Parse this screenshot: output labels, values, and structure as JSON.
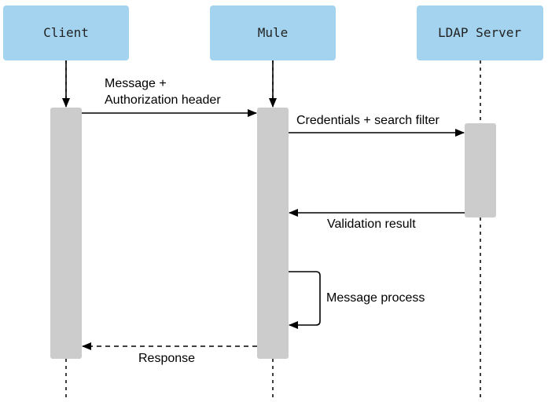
{
  "participants": {
    "client": {
      "label": "Client"
    },
    "mule": {
      "label": "Mule"
    },
    "ldap": {
      "label": "LDAP Server"
    }
  },
  "messages": {
    "request": {
      "line1": "Message +",
      "line2": "Authorization header"
    },
    "ldap_query": {
      "label": "Credentials + search filter"
    },
    "ldap_result": {
      "label": "Validation result"
    },
    "self_process": {
      "label": "Message process"
    },
    "response": {
      "label": "Response"
    }
  },
  "colors": {
    "participant_fill": "#a3d3ef",
    "activation_fill": "#cccccc",
    "line": "#000000"
  }
}
